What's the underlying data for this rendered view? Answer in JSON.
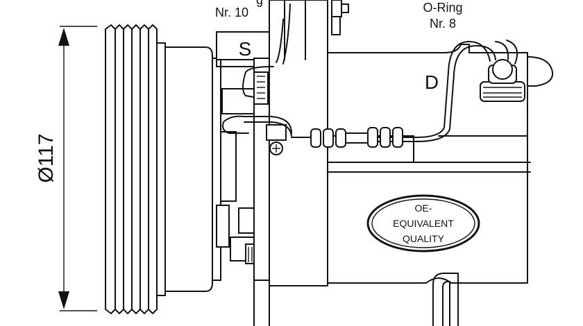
{
  "labels": {
    "top_left_partial": "g",
    "nr10": "Nr. 10",
    "oring": "O-Ring",
    "nr8": "Nr. 8",
    "s_mark": "S",
    "d_mark": "D",
    "dimension": "Ø117",
    "badge_line1": "OE-",
    "badge_line2": "EQUIVALENT",
    "badge_line3": "QUALITY"
  }
}
